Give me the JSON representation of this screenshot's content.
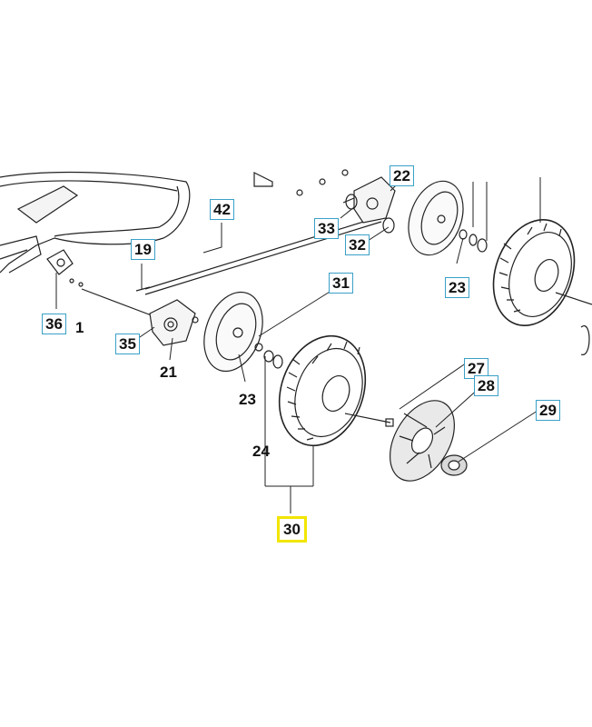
{
  "diagram": {
    "labels": {
      "l1": "1",
      "l19": "19",
      "l21": "21",
      "l22": "22",
      "l23a": "23",
      "l23b": "23",
      "l24": "24",
      "l27": "27",
      "l28": "28",
      "l29": "29",
      "l30": "30",
      "l31": "31",
      "l32": "32",
      "l33": "33",
      "l35": "35",
      "l36": "36",
      "l42": "42"
    },
    "colors": {
      "callout_box": "#3aa0c8",
      "highlight_box": "#f2e600",
      "line": "#222222"
    }
  }
}
